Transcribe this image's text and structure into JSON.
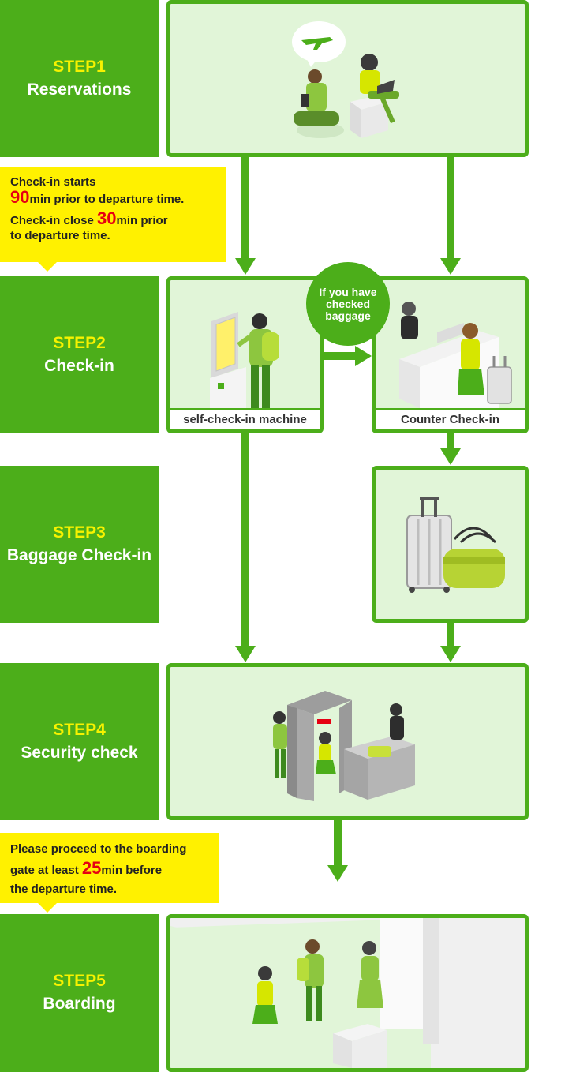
{
  "steps": [
    {
      "num": "STEP1",
      "title": "Reservations"
    },
    {
      "num": "STEP2",
      "title": "Check-in"
    },
    {
      "num": "STEP3",
      "title": "Baggage Check-in"
    },
    {
      "num": "STEP4",
      "title": "Security check"
    },
    {
      "num": "STEP5",
      "title": "Boarding"
    }
  ],
  "notes": {
    "checkin": {
      "line1": "Check-in starts",
      "min1": "90",
      "line1b": "min prior to departure time.",
      "line2a": "Check-in close ",
      "min2": "30",
      "line2b": "min prior",
      "line3": "to departure time."
    },
    "boarding": {
      "line1": "Please proceed to the boarding",
      "line2a": "gate at least ",
      "min": "25",
      "line2b": "min before",
      "line3": "the departure time."
    }
  },
  "labels": {
    "self_checkin": "self-check-in machine",
    "counter_checkin": "Counter Check-in"
  },
  "bubble": {
    "line1": "If you have",
    "line2": "checked",
    "line3": "baggage"
  },
  "colors": {
    "green": "#4cae1a",
    "panel": "#e1f5d8",
    "yellow_text": "#f7f200",
    "note_bg": "#fff100",
    "highlight": "#e60012"
  }
}
